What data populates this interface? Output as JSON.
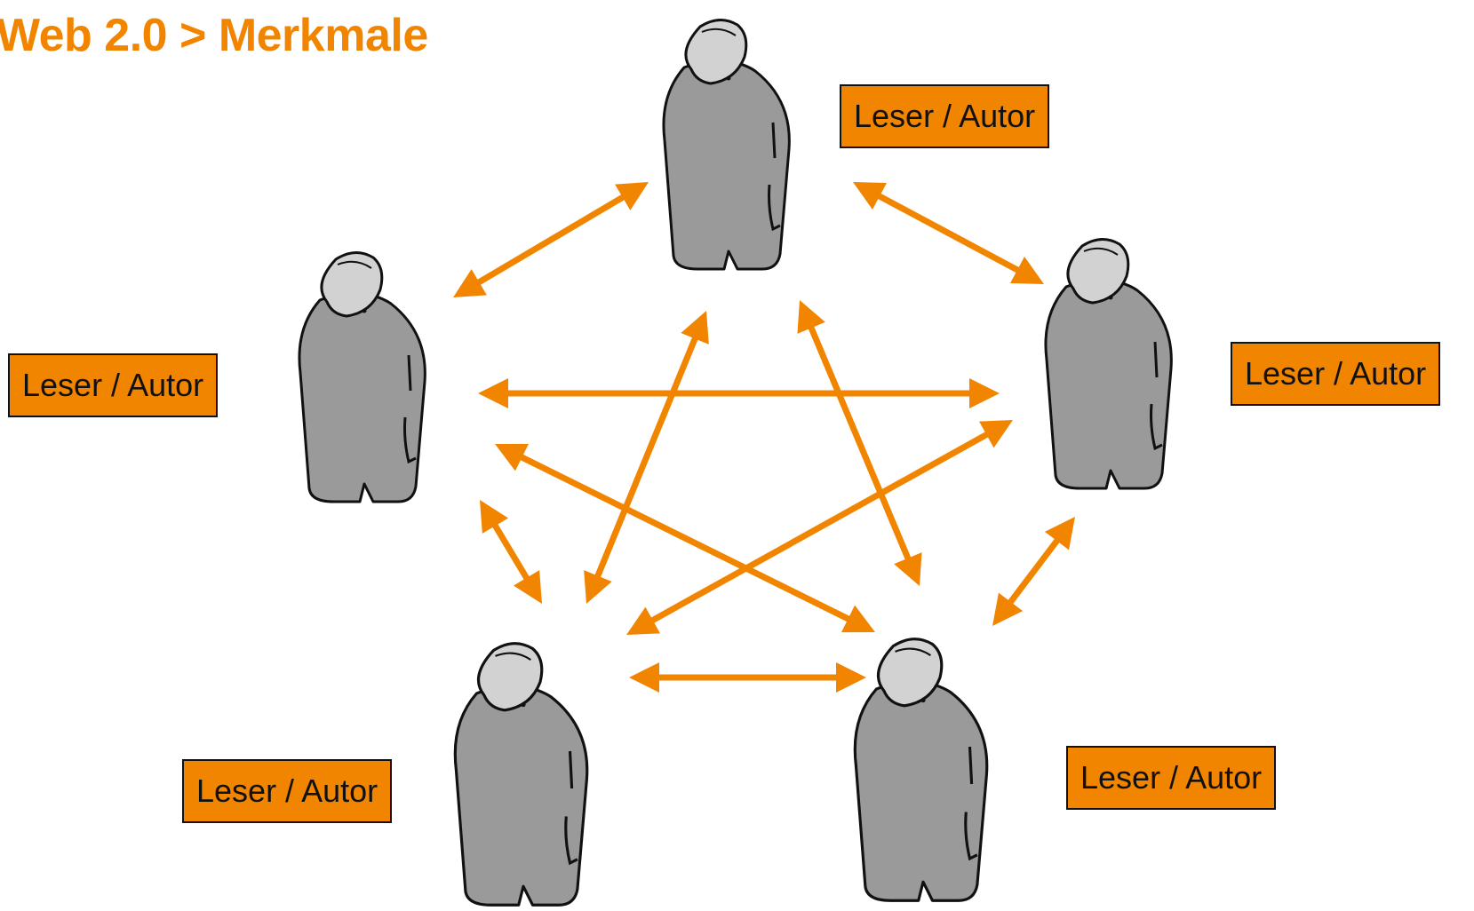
{
  "title": "Web 2.0 > Merkmale",
  "colors": {
    "accent": "#f28500",
    "figure": "#9a9a9a",
    "head": "#d2d2d2"
  },
  "nodes": [
    {
      "label": "Leser / Autor",
      "icon": "person-icon"
    },
    {
      "label": "Leser / Autor",
      "icon": "person-icon"
    },
    {
      "label": "Leser / Autor",
      "icon": "person-icon"
    },
    {
      "label": "Leser / Autor",
      "icon": "person-icon"
    },
    {
      "label": "Leser / Autor",
      "icon": "person-icon"
    }
  ],
  "connections": [
    {
      "from": 0,
      "to": 1
    },
    {
      "from": 0,
      "to": 2
    },
    {
      "from": 0,
      "to": 3
    },
    {
      "from": 0,
      "to": 4
    },
    {
      "from": 1,
      "to": 2
    },
    {
      "from": 1,
      "to": 3
    },
    {
      "from": 1,
      "to": 4
    },
    {
      "from": 2,
      "to": 3
    },
    {
      "from": 2,
      "to": 4
    },
    {
      "from": 3,
      "to": 4
    }
  ]
}
